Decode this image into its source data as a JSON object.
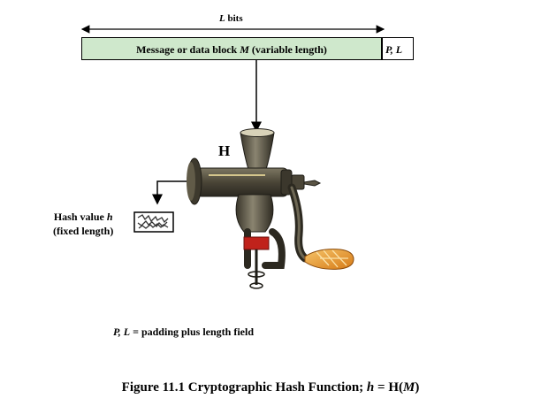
{
  "length_label": {
    "var": "L",
    "rest": " bits"
  },
  "message": {
    "prefix": "Message or data block ",
    "var": "M",
    "suffix": " (variable length)"
  },
  "padding_box": {
    "label": "P, L"
  },
  "function_label": "H",
  "hash_value": {
    "line1_prefix": "Hash value ",
    "line1_var": "h",
    "line2": "(fixed length)"
  },
  "footnote": {
    "var": "P, L",
    "rest": " = padding plus length field"
  },
  "caption": {
    "prefix": "Figure 11.1  Cryptographic Hash Function; ",
    "var_h": "h",
    "eq": " = H(",
    "var_m": "M",
    "close": ")"
  },
  "colors": {
    "message_fill": "#cfe8cc",
    "grinder_body": "#5a5544",
    "handle_knob": "#e8962a",
    "clamp_red": "#c0221b"
  },
  "icons": [
    "double-headed-arrow",
    "down-arrow",
    "meat-grinder",
    "hash-output-arrow",
    "hash-block"
  ]
}
